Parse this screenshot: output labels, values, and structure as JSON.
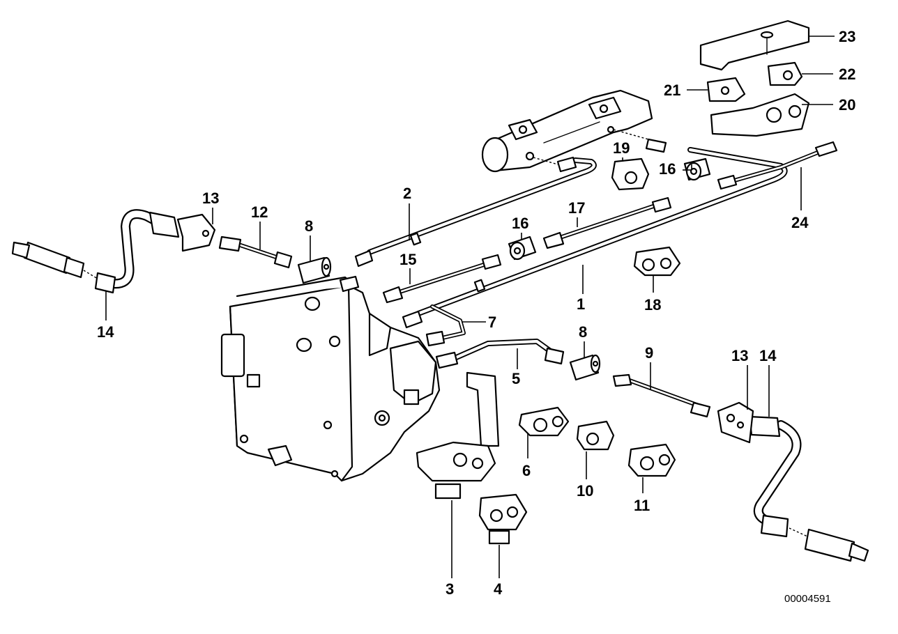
{
  "diagram": {
    "callouts": {
      "c1": "1",
      "c2": "2",
      "c3": "3",
      "c4": "4",
      "c5": "5",
      "c6": "6",
      "c7": "7",
      "c8a": "8",
      "c8b": "8",
      "c9": "9",
      "c10": "10",
      "c11": "11",
      "c12": "12",
      "c13a": "13",
      "c13b": "13",
      "c14a": "14",
      "c14b": "14",
      "c15": "15",
      "c16a": "16",
      "c16b": "16",
      "c17": "17",
      "c18": "18",
      "c19": "19",
      "c20": "20",
      "c21": "21",
      "c22": "22",
      "c23": "23",
      "c24": "24"
    },
    "reference_number": "00004591"
  }
}
